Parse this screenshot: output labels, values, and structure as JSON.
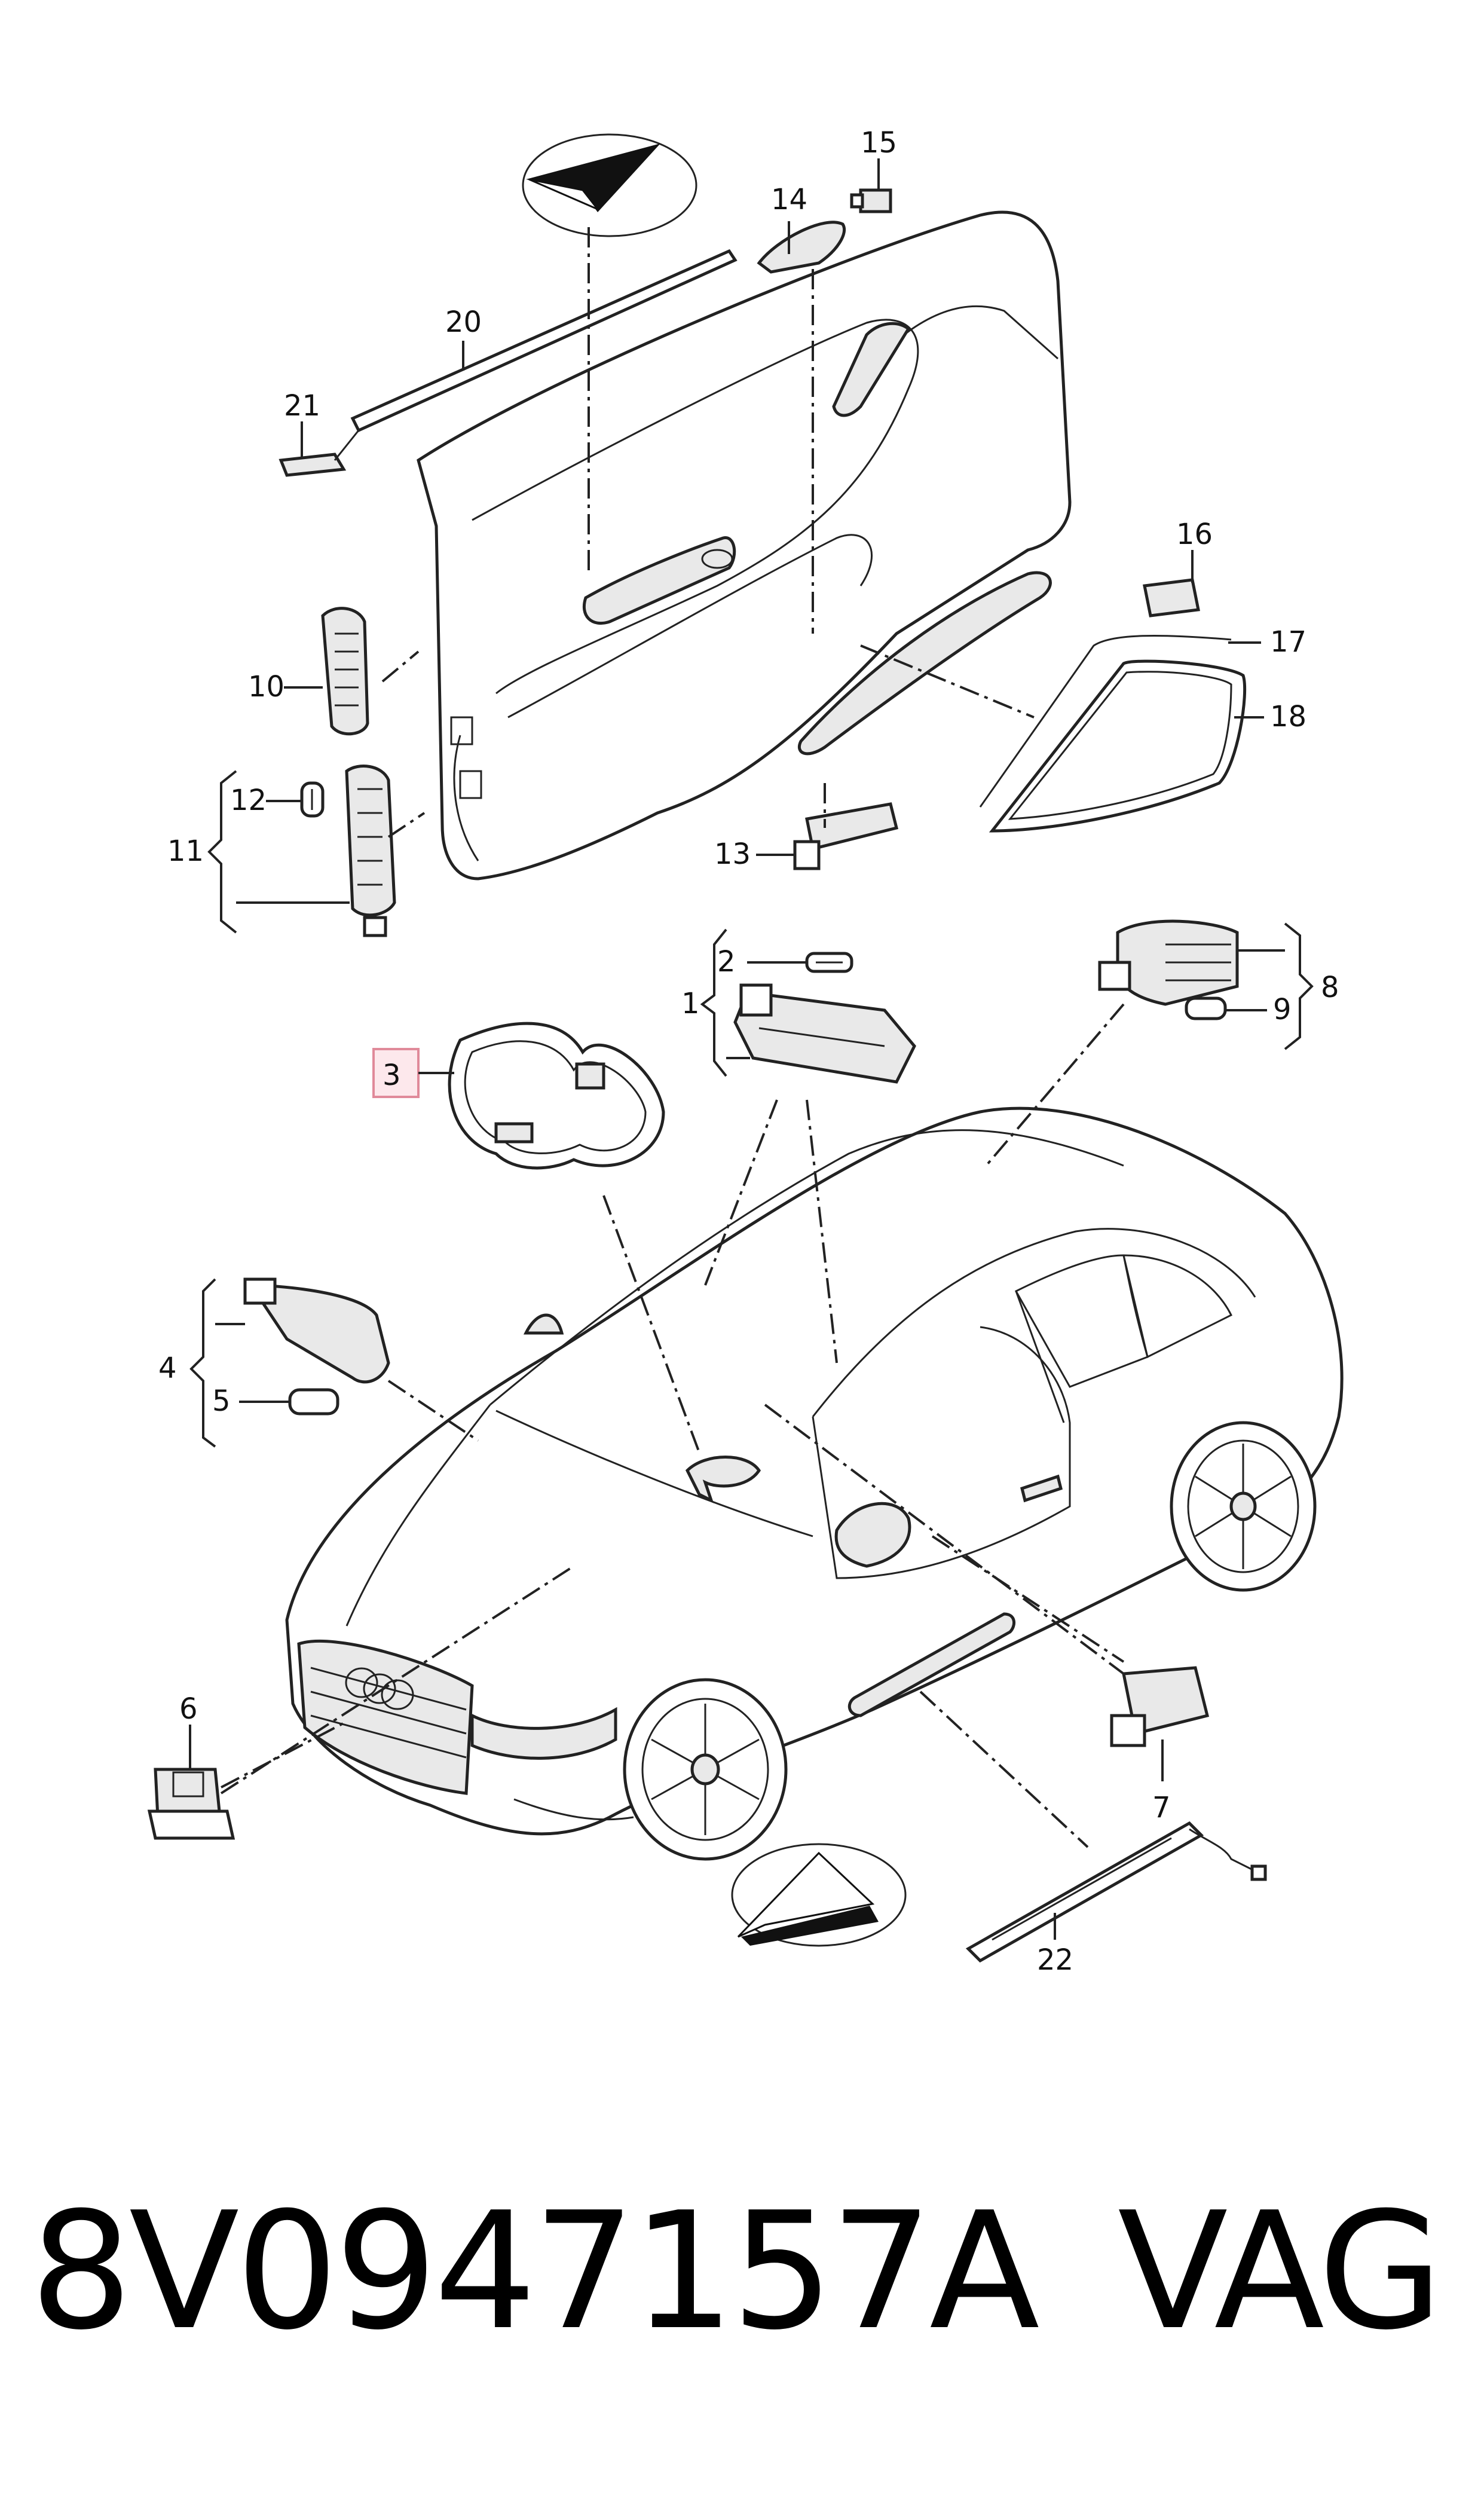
{
  "callouts": [
    "1",
    "2",
    "3",
    "4",
    "5",
    "6",
    "7",
    "8",
    "9",
    "10",
    "11",
    "12",
    "13",
    "14",
    "15",
    "16",
    "17",
    "18",
    "20",
    "21",
    "22"
  ],
  "highlighted_callout": "3",
  "footer": {
    "part_number": "8V0947157A",
    "brand": "VAG"
  },
  "colors": {
    "line": "#222222",
    "highlight_box": "#e08a9a",
    "highlight_fill": "#fde8ec"
  },
  "icons": [
    "orientation-arrow-icon-top",
    "orientation-arrow-icon-bottom"
  ]
}
